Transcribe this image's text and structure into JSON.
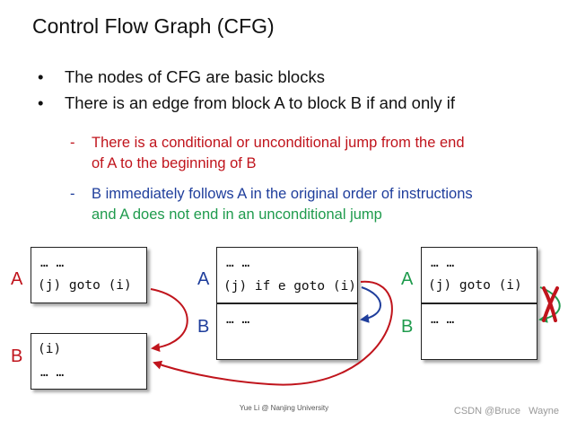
{
  "title": "Control Flow Graph (CFG)",
  "bullets": [
    "The nodes of CFG are basic blocks",
    "There is an edge from block A to block B if and only if"
  ],
  "bullet_marker": "•",
  "sub_marker": "-",
  "conditions": {
    "red_line1": "There is a conditional or unconditional jump from the end",
    "red_line2": "of A to the beginning of B",
    "blue_line": "B immediately follows A in the original order of instructions",
    "green_line": "and A does not end in an unconditional jump"
  },
  "colors": {
    "red": "#c0141c",
    "blue": "#1f3e9c",
    "green": "#1f9b4d"
  },
  "example1": {
    "label_a": "A",
    "label_b": "B",
    "a_ellipsis": "… …",
    "a_code": "(j) goto (i)",
    "b_code": "(i)",
    "b_ellipsis": "… …"
  },
  "example2": {
    "label_a": "A",
    "label_b": "B",
    "a_ellipsis": "… …",
    "a_code_prefix": "(j) if",
    "a_code_cond": "e",
    "a_code_suffix": "goto (i)",
    "b_ellipsis": "… …"
  },
  "example3": {
    "label_a": "A",
    "label_b": "B",
    "a_ellipsis": "… …",
    "a_code": "(j) goto (i)",
    "b_ellipsis": "… …",
    "cross_icon": "red-x-cross"
  },
  "footer": "Yue Li @ Nanjing University",
  "watermark": "CSDN @Bruce   Wayne"
}
